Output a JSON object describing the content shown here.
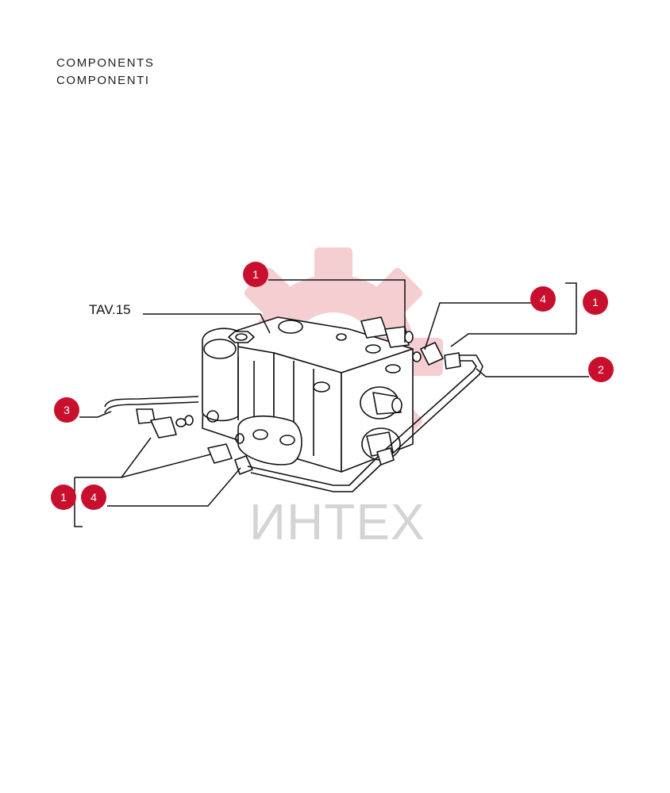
{
  "header": {
    "title_en": "COMPONENTS",
    "title_it": "COMPONENTI"
  },
  "reference_label": "TAV.15",
  "watermark": {
    "text": "ИНТЕХ",
    "logo_icon": "gear-logo-icon",
    "gear_color": "#f4c9cd",
    "text_color": "#d4d4d4"
  },
  "colors": {
    "callout": "#c8102e",
    "line": "#111111"
  },
  "callouts": [
    {
      "id": "top-1",
      "number": "1"
    },
    {
      "id": "right-4",
      "number": "4"
    },
    {
      "id": "right-1",
      "number": "1"
    },
    {
      "id": "right-2",
      "number": "2"
    },
    {
      "id": "left-3",
      "number": "3"
    },
    {
      "id": "left-1",
      "number": "1"
    },
    {
      "id": "left-4",
      "number": "4"
    }
  ]
}
